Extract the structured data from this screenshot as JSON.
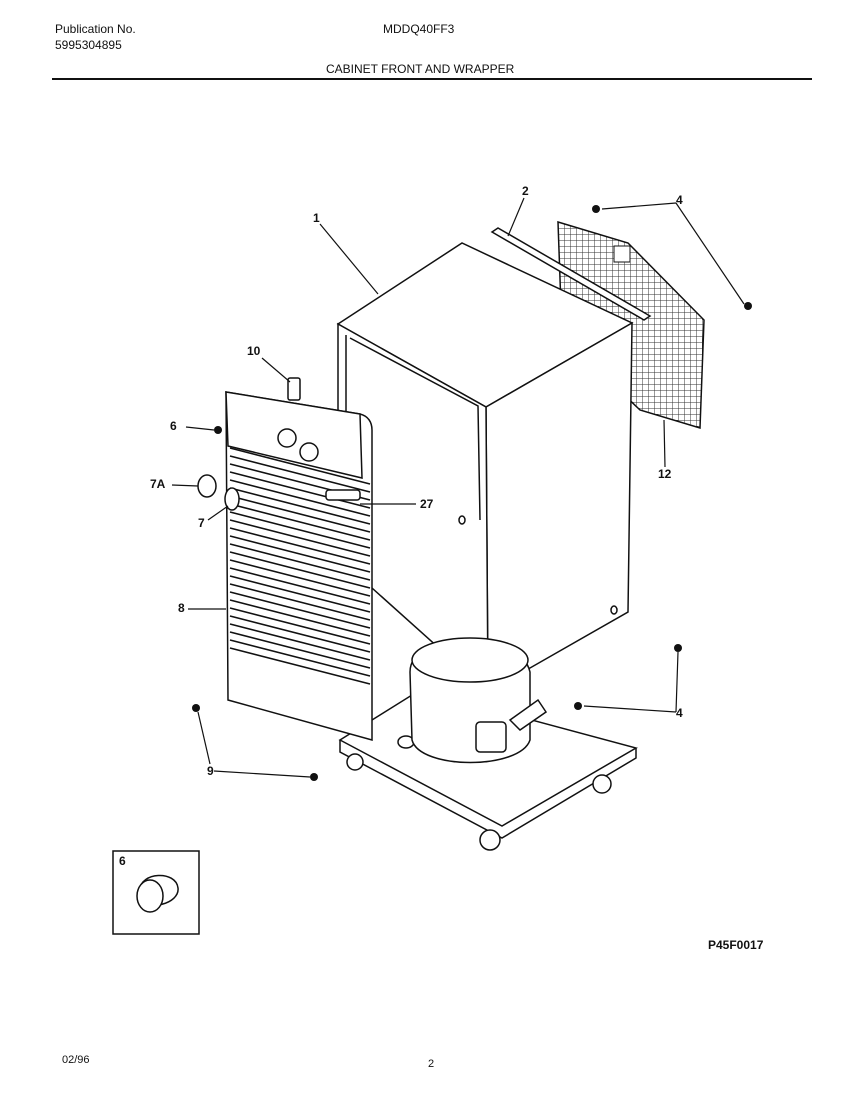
{
  "header": {
    "publication_label": "Publication No.",
    "publication_number": "5995304895",
    "model": "MDDQ40FF3",
    "section_title": "CABINET FRONT AND WRAPPER"
  },
  "callouts": {
    "c1": "1",
    "c2": "2",
    "c4a": "4",
    "c4b": "4",
    "c10": "10",
    "c6": "6",
    "c7a": "7A",
    "c7": "7",
    "c27": "27",
    "c8": "8",
    "c9": "9",
    "c12": "12",
    "c6inset": "6"
  },
  "figure_code": "P45F0017",
  "footer": {
    "date": "02/96",
    "page": "2"
  }
}
